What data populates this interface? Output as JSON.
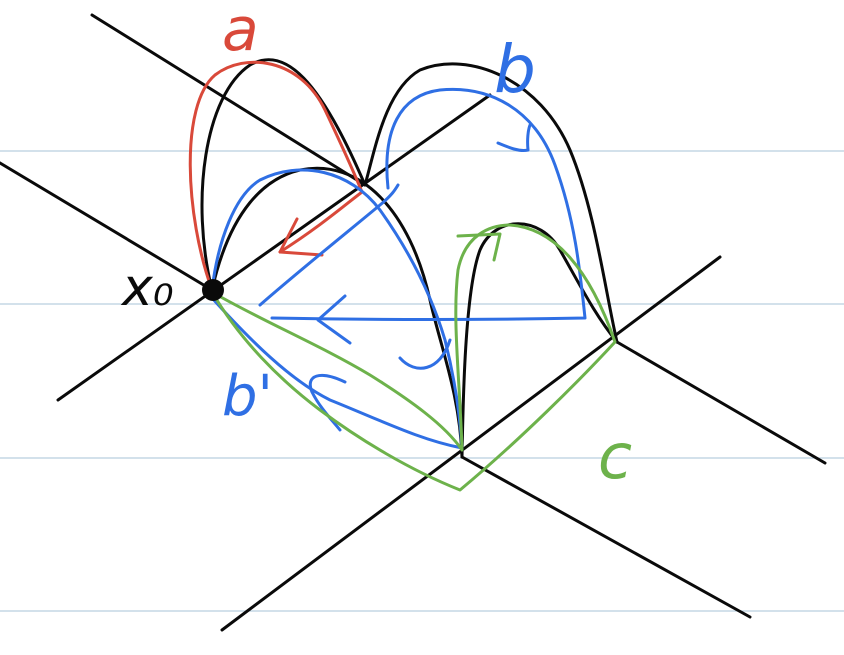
{
  "labels": {
    "a": "a",
    "b": "b",
    "b_prime": "b'",
    "c": "c",
    "x0": "x₀"
  },
  "colors": {
    "background": "#ffffff",
    "ruled_lines": "#b9cfdf",
    "black_ink": "#0a0a0a",
    "red_ink": "#d9493a",
    "blue_ink": "#2f6fe4",
    "green_ink": "#6db24b"
  }
}
